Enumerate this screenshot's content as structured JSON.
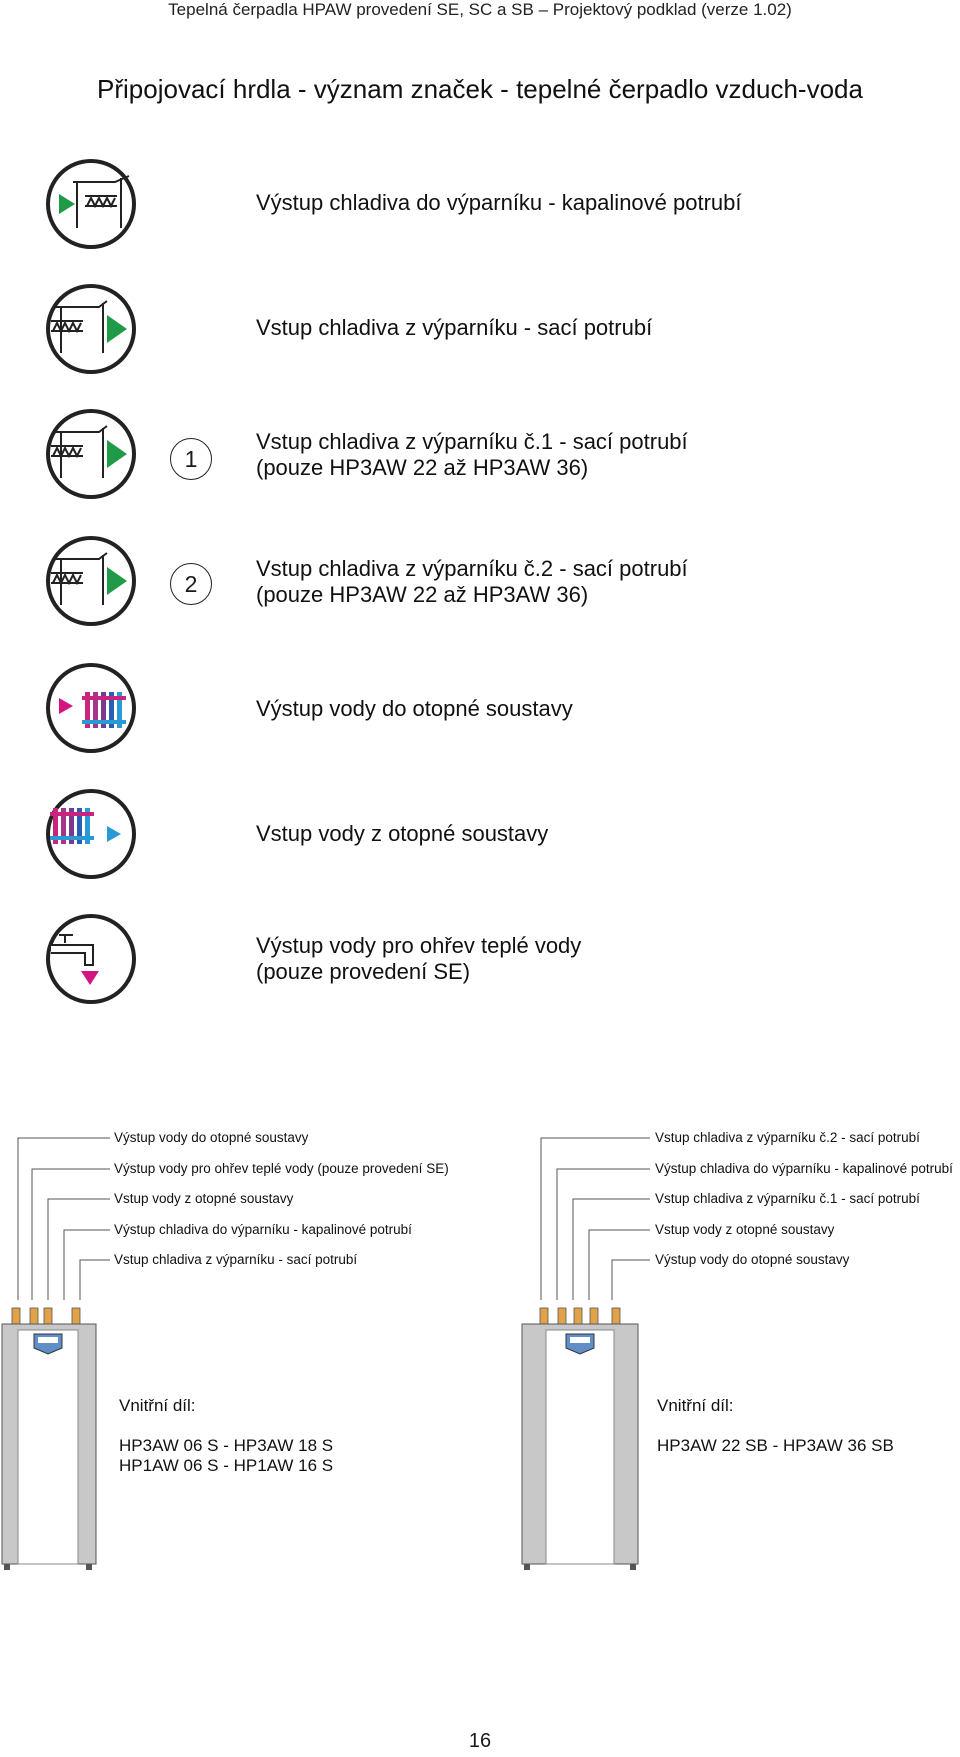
{
  "header": {
    "running_title": "Tepelná čerpadla HPAW provedení SE, SC a SB – Projektový podklad (verze 1.02)"
  },
  "title": "Připojovací hrdla - význam značek - tepelné čerpadlo vzduch-voda",
  "legend": [
    {
      "icon": "refrigerant-out-liquid-icon",
      "badge": "",
      "lines": [
        "Výstup chladiva do výparníku - kapalinové potrubí"
      ]
    },
    {
      "icon": "refrigerant-in-suction-icon",
      "badge": "",
      "lines": [
        "Vstup chladiva z výparníku - sací potrubí"
      ]
    },
    {
      "icon": "refrigerant-in-suction-icon",
      "badge": "1",
      "lines": [
        "Vstup chladiva z výparníku č.1 - sací potrubí",
        "(pouze HP3AW 22 až HP3AW 36)"
      ]
    },
    {
      "icon": "refrigerant-in-suction-icon",
      "badge": "2",
      "lines": [
        "Vstup chladiva z výparníku č.2 - sací potrubí",
        "(pouze HP3AW 22 až HP3AW 36)"
      ]
    },
    {
      "icon": "heating-water-out-icon",
      "badge": "",
      "lines": [
        "Výstup vody do otopné soustavy"
      ]
    },
    {
      "icon": "heating-water-in-icon",
      "badge": "",
      "lines": [
        "Vstup vody z otopné soustavy"
      ]
    },
    {
      "icon": "hot-water-out-icon",
      "badge": "",
      "lines": [
        "Výstup vody pro ohřev teplé vody",
        "(pouze provedení SE)"
      ]
    }
  ],
  "unit_left": {
    "connections": [
      "Výstup vody do otopné soustavy",
      "Výstup vody pro ohřev teplé vody (pouze provedení SE)",
      "Vstup vody z otopné soustavy",
      "Výstup chladiva do výparníku - kapalinové potrubí",
      "Vstup chladiva z výparníku - sací potrubí"
    ],
    "caption_label": "Vnitřní díl:",
    "models": [
      "HP3AW 06 S - HP3AW 18 S",
      "HP1AW 06 S - HP1AW 16 S"
    ]
  },
  "unit_right": {
    "connections": [
      "Vstup chladiva z výparníku č.2 - sací potrubí",
      "Výstup chladiva do výparníku - kapalinové potrubí",
      "Vstup chladiva z výparníku č.1 - sací potrubí",
      "Vstup vody z otopné soustavy",
      "Výstup vody do otopné soustavy"
    ],
    "caption_label": "Vnitřní díl:",
    "models": [
      "HP3AW 22 SB - HP3AW 36 SB"
    ]
  },
  "page_number": "16",
  "colors": {
    "green": "#1f9a48",
    "magenta": "#d2157f",
    "blue": "#2a9ad6",
    "purple": "#7a3a8e",
    "gray": "#c8c8c8"
  }
}
